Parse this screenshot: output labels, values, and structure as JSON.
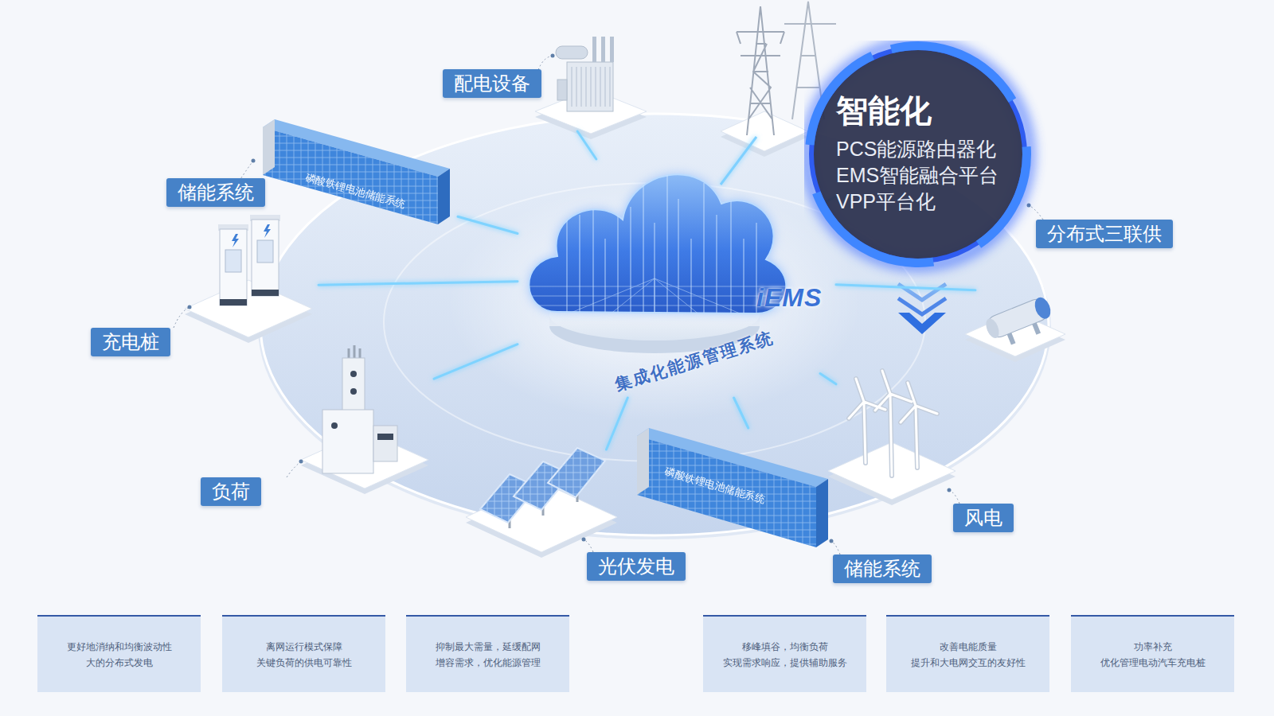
{
  "diagram": {
    "nodes": [
      {
        "text": [
          "配电设备"
        ]
      },
      {
        "text": [
          "智能化",
          "PCS能源路由器化",
          "EMS智能融合平台",
          "VPP平台化"
        ]
      },
      {
        "text": [
          "储能系统"
        ]
      },
      {
        "text": [
          "分布式三联供"
        ]
      },
      {
        "text": [
          "iEMS",
          "集成化能源管理系统"
        ]
      },
      {
        "text": [
          "充电桩"
        ]
      },
      {
        "text": [
          "负荷"
        ]
      },
      {
        "text": [
          "风电"
        ]
      },
      {
        "text": [
          "光伏发电"
        ]
      },
      {
        "text": [
          "储能系统"
        ]
      },
      {
        "text": [
          "更好地消纳和均衡波动性 大的分布式发电"
        ]
      },
      {
        "text": [
          "离网运行模式保障 关键负荷的供电可靠性"
        ]
      },
      {
        "text": [
          "抑制最大需量，延缓配网 增容需求，优化能源管理"
        ]
      },
      {
        "text": [
          "移峰填谷，均衡负荷 实现需求响应，提供辅助服务"
        ]
      },
      {
        "text": [
          "改善电能质量 提升和大电网交互的友好性"
        ]
      },
      {
        "text": [
          "功率补充 优化管理电动汽车充电桩"
        ]
      }
    ],
    "edges": [
      {
        "from": 4,
        "to": 0,
        "arrow": "none"
      },
      {
        "from": 4,
        "to": 1,
        "arrow": "none"
      },
      {
        "from": 4,
        "to": 2,
        "arrow": "none"
      },
      {
        "from": 4,
        "to": 3,
        "arrow": "none"
      },
      {
        "from": 4,
        "to": 5,
        "arrow": "none"
      },
      {
        "from": 4,
        "to": 6,
        "arrow": "none"
      },
      {
        "from": 4,
        "to": 7,
        "arrow": "none"
      },
      {
        "from": 4,
        "to": 8,
        "arrow": "none"
      },
      {
        "from": 4,
        "to": 9,
        "arrow": "none"
      }
    ],
    "labels": [
      "磷酸铁锂电池储能系统",
      "磷酸铁锂电池储能系统"
    ]
  }
}
